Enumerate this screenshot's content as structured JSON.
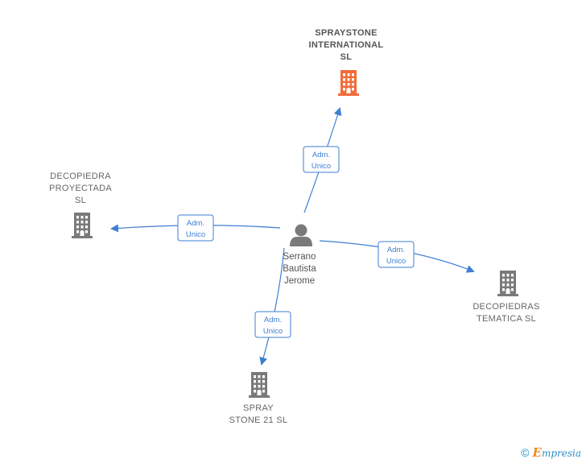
{
  "colors": {
    "edge": "#3d7fd1",
    "building": "#7a7a7a",
    "building_highlight": "#f26b3a",
    "person": "#7a7a7a",
    "label_box_border": "#3d7fd1",
    "label_text": "#3d7fd1"
  },
  "center": {
    "name_lines": [
      "Serrano",
      "Bautista",
      "Jerome"
    ],
    "icon": "person-icon"
  },
  "companies": [
    {
      "id": "spraystone-international",
      "lines": [
        "SPRAYSTONE",
        "INTERNATIONAL",
        "SL"
      ],
      "highlight": true,
      "icon": "building-icon"
    },
    {
      "id": "decopiedra-proyectada",
      "lines": [
        "DECOPIEDRA",
        "PROYECTADA",
        "SL"
      ],
      "highlight": false,
      "icon": "building-icon"
    },
    {
      "id": "decopiedras-tematica",
      "lines": [
        "DECOPIEDRAS",
        "TEMATICA SL"
      ],
      "highlight": false,
      "icon": "building-icon"
    },
    {
      "id": "spray-stone-21",
      "lines": [
        "SPRAY",
        "STONE 21  SL"
      ],
      "highlight": false,
      "icon": "building-icon"
    }
  ],
  "edges": [
    {
      "to": "spraystone-international",
      "label_lines": [
        "Adm.",
        "Unico"
      ]
    },
    {
      "to": "decopiedra-proyectada",
      "label_lines": [
        "Adm.",
        "Unico"
      ]
    },
    {
      "to": "decopiedras-tematica",
      "label_lines": [
        "Adm.",
        "Unico"
      ]
    },
    {
      "to": "spray-stone-21",
      "label_lines": [
        "Adm.",
        "Unico"
      ]
    }
  ],
  "footer": {
    "copyright_symbol": "©",
    "brand_initial": "E",
    "brand_rest": "mpresia"
  }
}
